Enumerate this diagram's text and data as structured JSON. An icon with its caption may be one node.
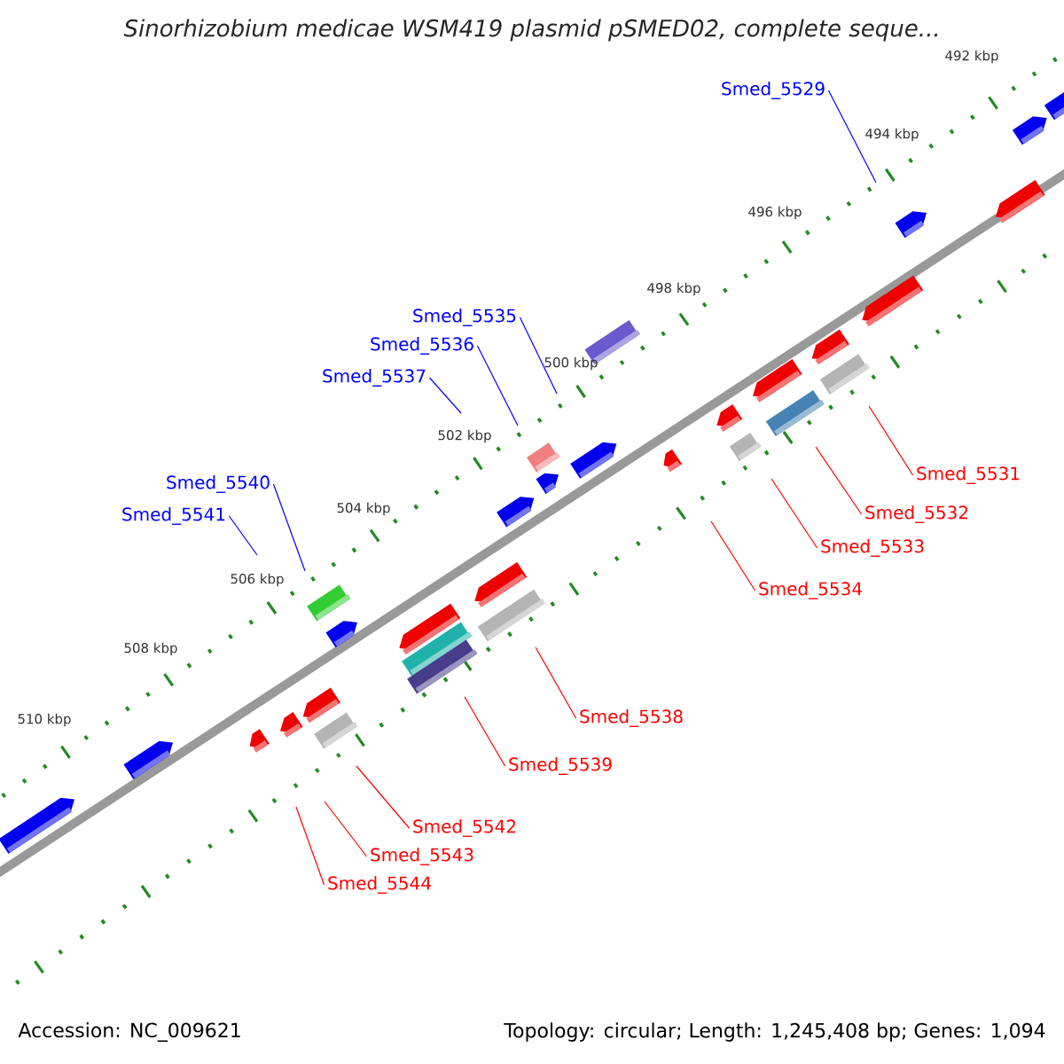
{
  "diagram": {
    "title": "Sinorhizobium medicae WSM419 plasmid pSMED02, complete seque...",
    "nodes": [
      {
        "text": [
          "Smed_5529"
        ]
      },
      {
        "text": [
          "Smed_5535"
        ]
      },
      {
        "text": [
          "Smed_5536"
        ]
      },
      {
        "text": [
          "Smed_5537"
        ]
      },
      {
        "text": [
          "Smed_5531"
        ]
      },
      {
        "text": [
          "Smed_5540"
        ]
      },
      {
        "text": [
          "Smed_5532"
        ]
      },
      {
        "text": [
          "Smed_5541"
        ]
      },
      {
        "text": [
          "Smed_5533"
        ]
      },
      {
        "text": [
          "Smed_5534"
        ]
      },
      {
        "text": [
          "Smed_5538"
        ]
      },
      {
        "text": [
          "Smed_5539"
        ]
      },
      {
        "text": [
          "Smed_5542"
        ]
      },
      {
        "text": [
          "Smed_5543"
        ]
      },
      {
        "text": [
          "Smed_5544"
        ]
      }
    ],
    "edges": [
      {
        "from": 0,
        "to": null,
        "arrow": "none",
        "color": "#0000ff"
      },
      {
        "from": 1,
        "to": null,
        "arrow": "none",
        "color": "#0000ff"
      },
      {
        "from": 2,
        "to": null,
        "arrow": "none",
        "color": "#0000ff"
      },
      {
        "from": 3,
        "to": null,
        "arrow": "none",
        "color": "#0000ff"
      },
      {
        "from": 4,
        "to": null,
        "arrow": "none"
      },
      {
        "from": 5,
        "to": null,
        "arrow": "none",
        "color": "#0000ff"
      },
      {
        "from": 6,
        "to": null,
        "arrow": "none"
      },
      {
        "from": 7,
        "to": null,
        "arrow": "none",
        "color": "#0000ff"
      },
      {
        "from": 8,
        "to": null,
        "arrow": "none"
      },
      {
        "from": 9,
        "to": null,
        "arrow": "none"
      },
      {
        "from": 10,
        "to": null,
        "arrow": "none"
      },
      {
        "from": 11,
        "to": null,
        "arrow": "none"
      },
      {
        "from": 12,
        "to": null,
        "arrow": "none"
      },
      {
        "from": 13,
        "to": null,
        "arrow": "none"
      },
      {
        "from": 14,
        "to": null,
        "arrow": "none"
      }
    ],
    "labels": [
      "492 kbp",
      "494 kbp",
      "496 kbp",
      "498 kbp",
      "500 kbp",
      "502 kbp",
      "504 kbp",
      "506 kbp",
      "508 kbp",
      "510 kbp",
      "Accession: NC_009621",
      "Topology: circular; Length: 1,245,408 bp; Genes: 1,094"
    ]
  }
}
